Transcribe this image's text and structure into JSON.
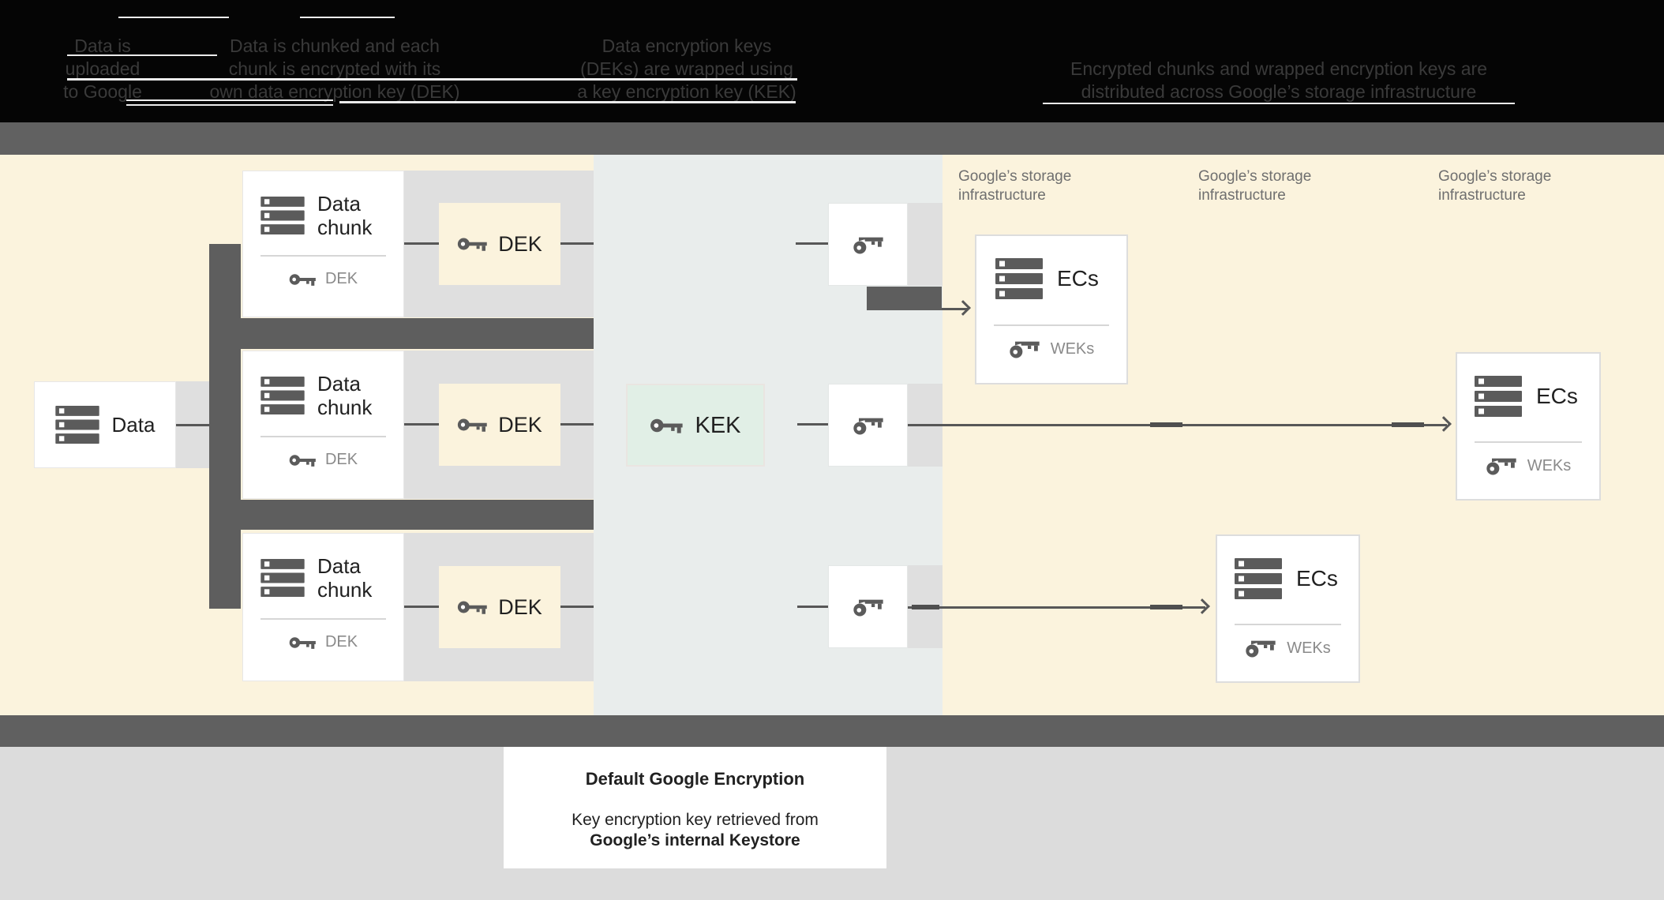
{
  "header": {
    "steps": [
      {
        "lines": [
          "Data is",
          "uploaded",
          "to Google"
        ]
      },
      {
        "lines": [
          "Data is chunked and each",
          "chunk is encrypted with its",
          "own data encryption key (DEK)"
        ]
      },
      {
        "lines": [
          "Data encryption keys",
          "(DEKs) are wrapped using",
          "a key encryption key (KEK)"
        ]
      },
      {
        "lines": [
          "Encrypted chunks and wrapped encryption keys are",
          "distributed across Google’s storage infrastructure"
        ]
      }
    ]
  },
  "diagram": {
    "data_label": "Data",
    "chunk_label": "Data\nchunk",
    "chunk_key_label": "DEK",
    "dek_label": "DEK",
    "kek_label": "KEK",
    "ecs_label": "ECs",
    "weks_label": "WEKs",
    "storage_line1": "Google’s storage",
    "storage_line2": "infrastructure",
    "icons": {
      "server": "server-stack-icon",
      "key": "key-icon",
      "wrapped_key": "wrapped-key-icon"
    }
  },
  "caption": {
    "title": "Default Google Encryption",
    "body_line1": "Key encryption key retrieved from",
    "body_line2": "Google’s internal Keystore"
  },
  "colors": {
    "section_cream": "#FBF3DD",
    "section_panel": "#E9EDEC",
    "kek_fill": "#E1EFE6",
    "band_gray": "#DFDFDF",
    "bar_dark": "#5E5E5E",
    "header_black": "#050505"
  }
}
